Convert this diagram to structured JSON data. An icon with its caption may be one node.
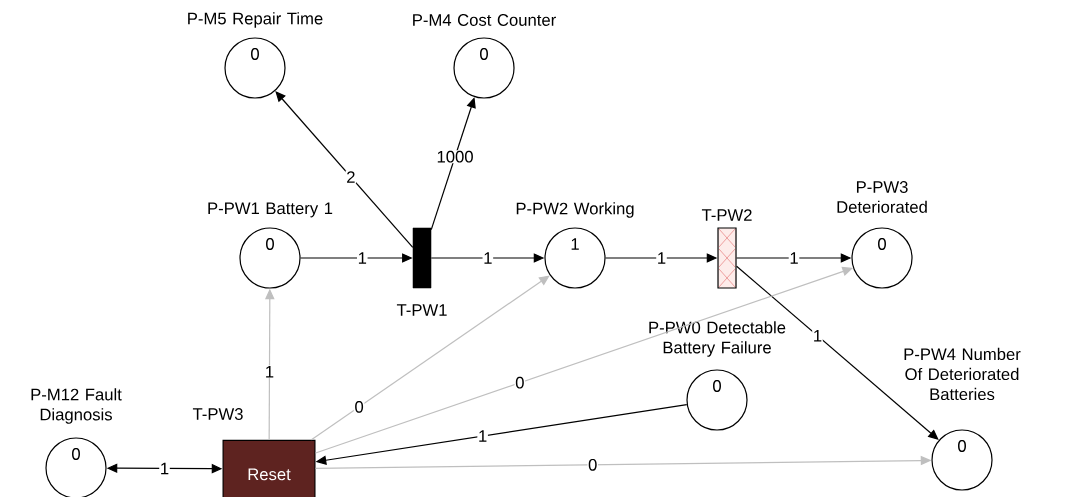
{
  "diagram": {
    "nodes": [
      {
        "text": [
          "P-M5 Repair Time",
          "0"
        ]
      },
      {
        "text": [
          "P-M4 Cost Counter",
          "0"
        ]
      },
      {
        "text": [
          "P-PW1 Battery 1",
          "0"
        ]
      },
      {
        "text": [
          "T-PW1"
        ]
      },
      {
        "text": [
          "P-PW2 Working",
          "1"
        ]
      },
      {
        "text": [
          "T-PW2"
        ]
      },
      {
        "text": [
          "P-PW3 Deteriorated",
          "0"
        ]
      },
      {
        "text": [
          "P-PW0 Detectable Battery Failure",
          "0"
        ]
      },
      {
        "text": [
          "P-PW4 Number Of Deteriorated Batteries",
          "0"
        ]
      },
      {
        "text": [
          "P-M12 Fault Diagnosis",
          "0"
        ]
      },
      {
        "text": [
          "T-PW3",
          "Reset"
        ]
      }
    ],
    "edges": [
      {
        "from": 3,
        "to": 0,
        "arrow": "to",
        "label": "2"
      },
      {
        "from": 3,
        "to": 1,
        "arrow": "to",
        "label": "1000"
      },
      {
        "from": 2,
        "to": 3,
        "arrow": "to",
        "label": "1"
      },
      {
        "from": 3,
        "to": 4,
        "arrow": "to",
        "label": "1"
      },
      {
        "from": 4,
        "to": 5,
        "arrow": "to",
        "label": "1"
      },
      {
        "from": 5,
        "to": 6,
        "arrow": "to",
        "label": "1"
      },
      {
        "from": 5,
        "to": 8,
        "arrow": "to",
        "label": "1"
      },
      {
        "from": 10,
        "to": 2,
        "arrow": "to",
        "label": "1",
        "color": "#bfbfbf"
      },
      {
        "from": 10,
        "to": 4,
        "arrow": "to",
        "label": "0",
        "color": "#bfbfbf"
      },
      {
        "from": 10,
        "to": 6,
        "arrow": "to",
        "label": "0",
        "color": "#bfbfbf"
      },
      {
        "from": 7,
        "to": 10,
        "arrow": "to",
        "label": "1"
      },
      {
        "from": 10,
        "to": 8,
        "arrow": "to",
        "label": "0",
        "color": "#bfbfbf"
      },
      {
        "from": 9,
        "to": 10,
        "arrow": "both",
        "label": "1"
      }
    ]
  }
}
